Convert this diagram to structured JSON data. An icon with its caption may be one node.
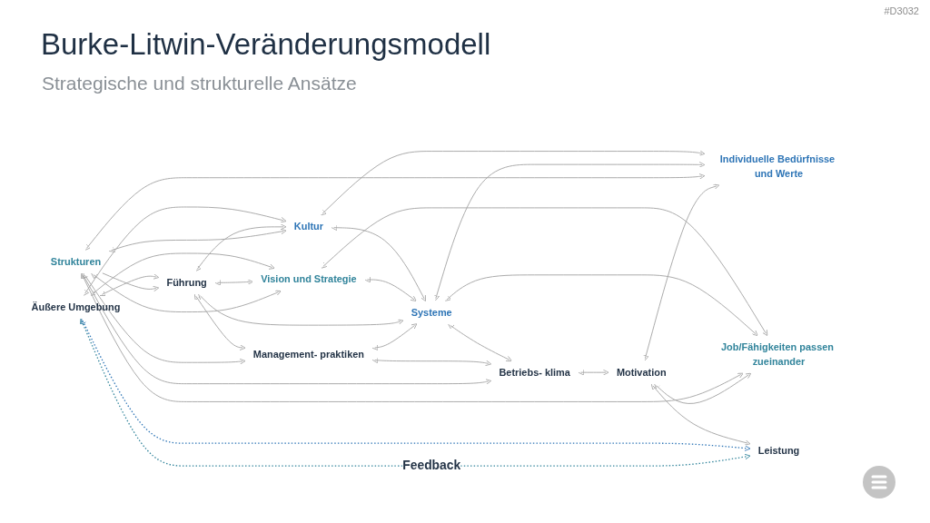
{
  "diagram": {
    "title": "Burke-Litwin-Veränderungsmodell",
    "nodes": [
      {
        "text": [
          "Äußere Umgebung"
        ]
      },
      {
        "text": [
          "Kultur"
        ]
      },
      {
        "text": [
          "Führung"
        ]
      },
      {
        "text": [
          "Vision und Strategie"
        ]
      },
      {
        "text": [
          "Systeme"
        ]
      },
      {
        "text": [
          "Management- praktiken"
        ]
      },
      {
        "text": [
          "Strukturen"
        ]
      },
      {
        "text": [
          "Betriebs- klima"
        ]
      },
      {
        "text": [
          "Individuelle Bedürfnisse und Werte"
        ]
      },
      {
        "text": [
          "Motivation"
        ]
      },
      {
        "text": [
          "Job/Fähigkeiten passen zueinander"
        ]
      },
      {
        "text": [
          "Leistung"
        ]
      }
    ],
    "edges": [
      {
        "from": 0,
        "to": 1,
        "arrow": "both"
      },
      {
        "from": 0,
        "to": 2,
        "arrow": "both"
      },
      {
        "from": 0,
        "to": 3,
        "arrow": "both"
      },
      {
        "from": 2,
        "to": 1,
        "arrow": "both"
      },
      {
        "from": 2,
        "to": 3,
        "arrow": "both"
      },
      {
        "from": 1,
        "to": 8,
        "arrow": "both"
      },
      {
        "from": 3,
        "to": 10,
        "arrow": "both"
      },
      {
        "from": 1,
        "to": 4,
        "arrow": "both"
      },
      {
        "from": 6,
        "to": 1,
        "arrow": "both"
      },
      {
        "from": 3,
        "to": 4,
        "arrow": "both"
      },
      {
        "from": 6,
        "to": 3,
        "arrow": "both"
      },
      {
        "from": 2,
        "to": 4,
        "arrow": "both"
      },
      {
        "from": 2,
        "to": 5,
        "arrow": "both"
      },
      {
        "from": 6,
        "to": 2,
        "arrow": "to"
      },
      {
        "from": 5,
        "to": 4,
        "arrow": "both"
      },
      {
        "from": 6,
        "to": 5,
        "arrow": "both"
      },
      {
        "from": 4,
        "to": 7,
        "arrow": "both"
      },
      {
        "from": 5,
        "to": 7,
        "arrow": "both"
      },
      {
        "from": 6,
        "to": 7,
        "arrow": "both"
      },
      {
        "from": 4,
        "to": 8,
        "arrow": "both"
      },
      {
        "from": 4,
        "to": 10,
        "arrow": "both"
      },
      {
        "from": 6,
        "to": 8,
        "arrow": "both"
      },
      {
        "from": 6,
        "to": 10,
        "arrow": "both"
      },
      {
        "from": 7,
        "to": 9,
        "arrow": "both"
      },
      {
        "from": 9,
        "to": 8,
        "arrow": "both"
      },
      {
        "from": 9,
        "to": 10,
        "arrow": "both"
      },
      {
        "from": 9,
        "to": 11,
        "arrow": "both"
      },
      {
        "from": 0,
        "to": 11,
        "arrow": "both",
        "style": "dashed",
        "color": "#2e75b6"
      },
      {
        "from": 0,
        "to": 11,
        "arrow": "both",
        "style": "dashed",
        "color": "#31849b",
        "label": "Feedback"
      }
    ],
    "labels": [
      "#D3032",
      "Strategische und strukturelle Ansätze"
    ]
  }
}
